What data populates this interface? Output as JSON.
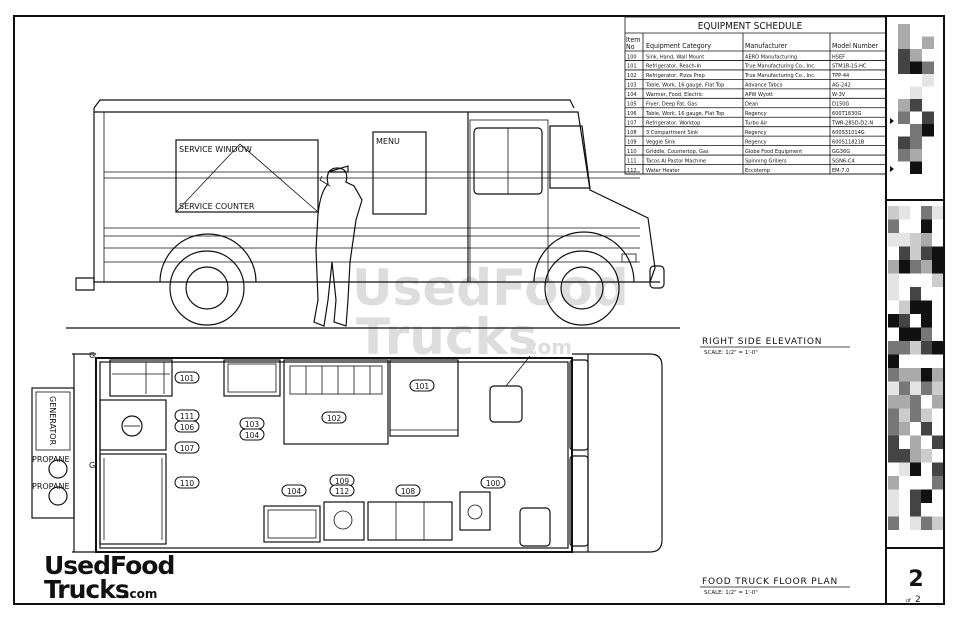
{
  "schedule": {
    "title": "EQUIPMENT SCHEDULE",
    "headers": {
      "item_line1": "Item",
      "item_line2": "No",
      "category": "Equipment Category",
      "manufacturer": "Manufacturer",
      "model": "Model Number"
    },
    "rows": [
      {
        "no": "100",
        "category": "Sink, Hand, Wall Mount",
        "manufacturer": "AERO Manufacturing",
        "model": "HSEF"
      },
      {
        "no": "101",
        "category": "Refrigerator, Reach-In",
        "manufacturer": "True Manufacturing Co., Inc.",
        "model": "STM1R-1S-HC"
      },
      {
        "no": "102",
        "category": "Refrigerator, Pizza Prep",
        "manufacturer": "True Manufacturing Co., Inc.",
        "model": "TPP-44"
      },
      {
        "no": "103",
        "category": "Table, Work, 16 gauge, Flat Top",
        "manufacturer": "Advance Tabco",
        "model": "AG-242"
      },
      {
        "no": "104",
        "category": "Warmer, Food, Electric",
        "manufacturer": "APW Wyott",
        "model": "W-3V"
      },
      {
        "no": "105",
        "category": "Fryer, Deep Fat, Gas",
        "manufacturer": "Dean",
        "model": "D150G"
      },
      {
        "no": "106",
        "category": "Table, Work, 16 gauge, Flat Top",
        "manufacturer": "Regency",
        "model": "600T1830G"
      },
      {
        "no": "107",
        "category": "Refrigerator, Worktop",
        "manufacturer": "Turbo Air",
        "model": "TWR-28SD-D2-N"
      },
      {
        "no": "108",
        "category": "3 Compartment Sink",
        "manufacturer": "Regency",
        "model": "600S31014G"
      },
      {
        "no": "109",
        "category": "Veggie Sink",
        "manufacturer": "Regency",
        "model": "600S11821B"
      },
      {
        "no": "110",
        "category": "Griddle, Countertop, Gas",
        "manufacturer": "Globe Food Equipment",
        "model": "GG36G"
      },
      {
        "no": "111",
        "category": "Tacos Al Pastor Machine",
        "manufacturer": "Spinning Grillers",
        "model": "SGN6-C4"
      },
      {
        "no": "112",
        "category": "Water Heater",
        "manufacturer": "Eccotemp",
        "model": "EM-7.0"
      }
    ]
  },
  "elevation": {
    "service_window": "SERVICE WINDOW",
    "service_counter": "SERVICE COUNTER",
    "menu": "MENU",
    "title": "RIGHT SIDE ELEVATION",
    "scale": "SCALE: 1/2\" = 1'-0\""
  },
  "floor_plan": {
    "generator": "GENERATOR",
    "propane_1": "PROPANE",
    "propane_2": "PROPANE",
    "tags": {
      "t101_a": "101",
      "t101_b": "101",
      "t102": "102",
      "t103": "103",
      "t104_a": "104",
      "t104_b": "104",
      "t111": "111",
      "t106": "106",
      "t107": "107",
      "t110": "110",
      "t109": "109",
      "t112": "112",
      "t108": "108",
      "t100": "100"
    },
    "title": "FOOD TRUCK FLOOR PLAN",
    "scale": "SCALE: 1/2\" = 1'-0\""
  },
  "title_block": {
    "sheet_number": "2",
    "of_label": "of",
    "total_sheets": "2"
  },
  "watermark": {
    "line1": "UsedFood",
    "line2": "Trucks",
    "suffix": ".com"
  },
  "logo": {
    "line1": "UsedFood",
    "line2": "Trucks",
    "suffix": ".com"
  }
}
